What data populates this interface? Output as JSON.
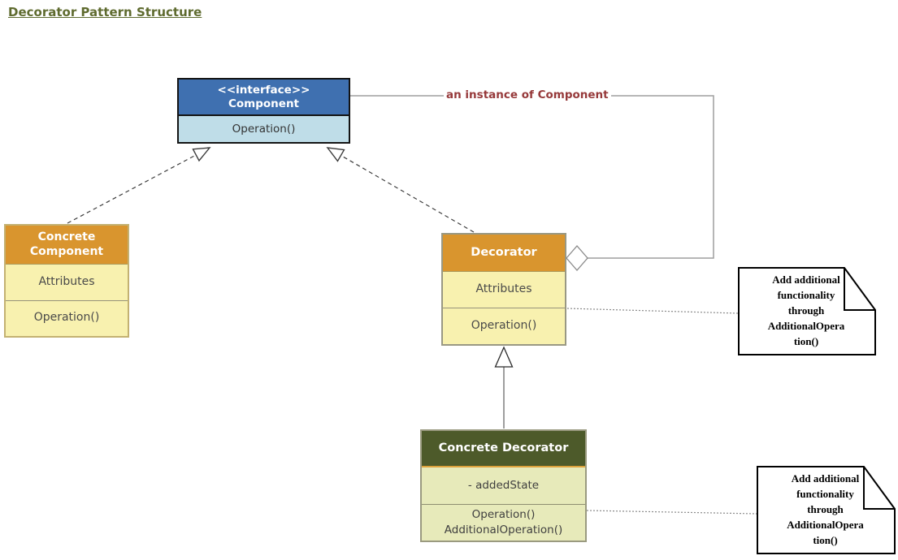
{
  "title": "Decorator Pattern Structure",
  "classes": {
    "component": {
      "stereotype": "<<interface>>",
      "name": "Component",
      "operations": "Operation()"
    },
    "concrete_component": {
      "name": "Concrete\nComponent",
      "attributes": "Attributes",
      "operations": "Operation()"
    },
    "decorator": {
      "name": "Decorator",
      "attributes": "Attributes",
      "operations": "Operation()"
    },
    "concrete_decorator": {
      "name": "Concrete Decorator",
      "attributes": "- addedState",
      "operations": "Operation()\nAdditionalOperation()"
    }
  },
  "labels": {
    "association": "an instance of Component"
  },
  "notes": [
    {
      "text": "Add additional\nfunctionality\nthrough\nAdditionalOpera\ntion()"
    },
    {
      "text": "Add additional\nfunctionality\nthrough\nAdditionalOpera\ntion()"
    }
  ],
  "relationships": [
    {
      "type": "realization",
      "from": "ConcreteComponent",
      "to": "Component"
    },
    {
      "type": "realization",
      "from": "Decorator",
      "to": "Component"
    },
    {
      "type": "generalization",
      "from": "ConcreteDecorator",
      "to": "Decorator"
    },
    {
      "type": "aggregation",
      "from": "Decorator",
      "to": "Component"
    }
  ],
  "colors": {
    "interface_header": "#3f70b0",
    "interface_body": "#bfdde8",
    "concrete_header": "#d9952e",
    "concrete_body": "#f8f1af",
    "concrete_decorator_header": "#4d5a2a",
    "concrete_decorator_body": "#e7eaba",
    "title_text": "#5f6b2f",
    "association_label_text": "#96393a"
  }
}
